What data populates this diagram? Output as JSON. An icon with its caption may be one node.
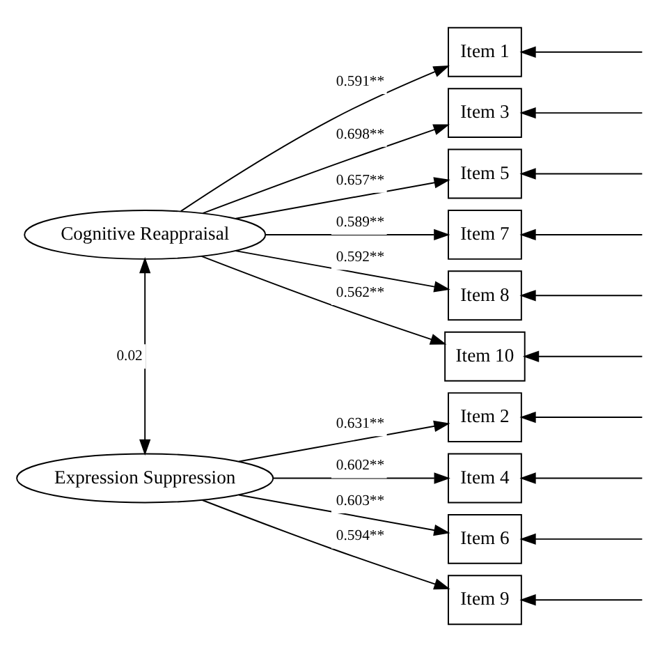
{
  "diagram": {
    "nodes": [
      {
        "text": [
          "Cognitive Reappraisal"
        ]
      },
      {
        "text": [
          "Item 1"
        ]
      },
      {
        "text": [
          "Item 3"
        ]
      },
      {
        "text": [
          "Item 5"
        ]
      },
      {
        "text": [
          "Item 7"
        ]
      },
      {
        "text": [
          "Item 8"
        ]
      },
      {
        "text": [
          "Item 10"
        ]
      },
      {
        "text": [
          "Expression Suppression"
        ]
      },
      {
        "text": [
          "Item 2"
        ]
      },
      {
        "text": [
          "Item 4"
        ]
      },
      {
        "text": [
          "Item 6"
        ]
      },
      {
        "text": [
          "Item 9"
        ]
      }
    ],
    "edges": [
      {
        "from": 0,
        "to": 1,
        "arrow": "to",
        "label": "0.591**"
      },
      {
        "from": 0,
        "to": 2,
        "arrow": "to",
        "label": "0.698**"
      },
      {
        "from": 0,
        "to": 3,
        "arrow": "to",
        "label": "0.657**"
      },
      {
        "from": 0,
        "to": 4,
        "arrow": "to",
        "label": "0.589**"
      },
      {
        "from": 0,
        "to": 5,
        "arrow": "to",
        "label": "0.592**"
      },
      {
        "from": 0,
        "to": 6,
        "arrow": "to",
        "label": "0.562**"
      },
      {
        "from": 7,
        "to": 8,
        "arrow": "to",
        "label": "0.631**"
      },
      {
        "from": 7,
        "to": 9,
        "arrow": "to",
        "label": "0.602**"
      },
      {
        "from": 7,
        "to": 10,
        "arrow": "to",
        "label": "0.603**"
      },
      {
        "from": 7,
        "to": 11,
        "arrow": "to",
        "label": "0.594**"
      },
      {
        "from": 0,
        "to": 7,
        "arrow": "both",
        "label": "0.02"
      },
      {
        "from": null,
        "to": 1,
        "arrow": "to"
      },
      {
        "from": null,
        "to": 2,
        "arrow": "to"
      },
      {
        "from": null,
        "to": 3,
        "arrow": "to"
      },
      {
        "from": null,
        "to": 4,
        "arrow": "to"
      },
      {
        "from": null,
        "to": 5,
        "arrow": "to"
      },
      {
        "from": null,
        "to": 6,
        "arrow": "to"
      },
      {
        "from": null,
        "to": 8,
        "arrow": "to"
      },
      {
        "from": null,
        "to": 9,
        "arrow": "to"
      },
      {
        "from": null,
        "to": 10,
        "arrow": "to"
      },
      {
        "from": null,
        "to": 11,
        "arrow": "to"
      }
    ]
  }
}
